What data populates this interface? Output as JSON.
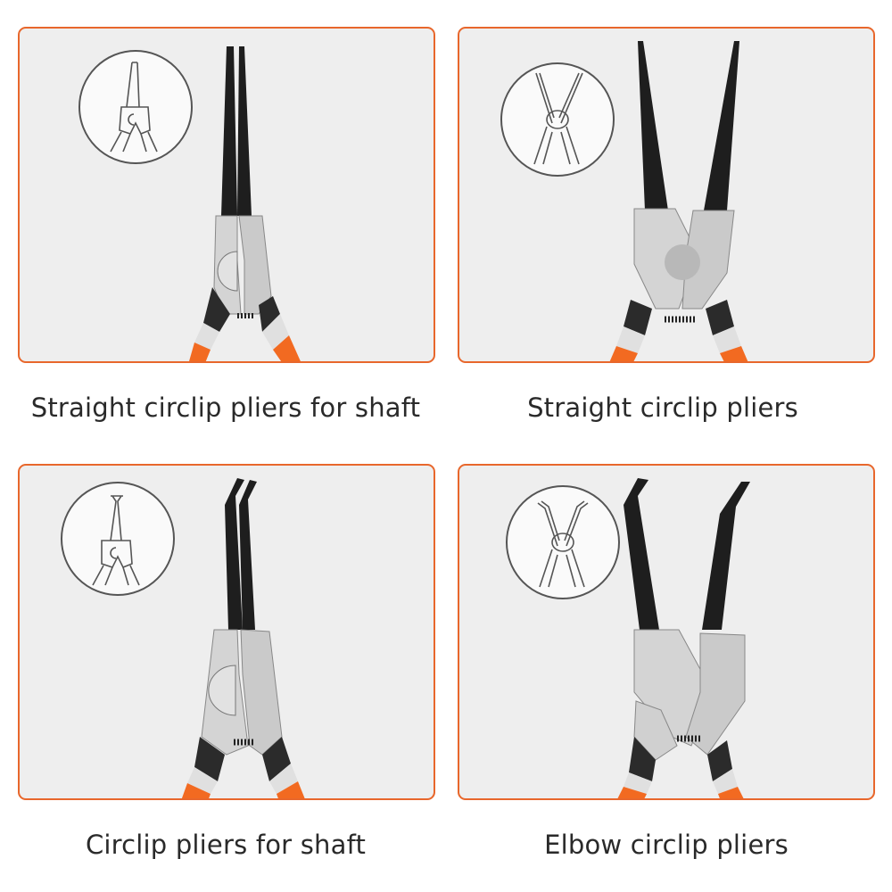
{
  "colors": {
    "border": "#e8672c",
    "panel_bg": "#eeeeee",
    "handle": "#f26a21",
    "tip": "#1e1e1e",
    "steel": "#cfcfcf",
    "text": "#2a2a2a"
  },
  "panels": [
    {
      "caption": "Straight circlip pliers for shaft",
      "icon": "straight-closed-pliers-diagram",
      "variant": "straight-closed"
    },
    {
      "caption": "Straight circlip pliers",
      "icon": "straight-open-pliers-diagram",
      "variant": "straight-open"
    },
    {
      "caption": "Circlip pliers for shaft",
      "icon": "bent-closed-pliers-diagram",
      "variant": "bent-closed"
    },
    {
      "caption": "Elbow circlip pliers",
      "icon": "bent-open-pliers-diagram",
      "variant": "bent-open"
    }
  ]
}
